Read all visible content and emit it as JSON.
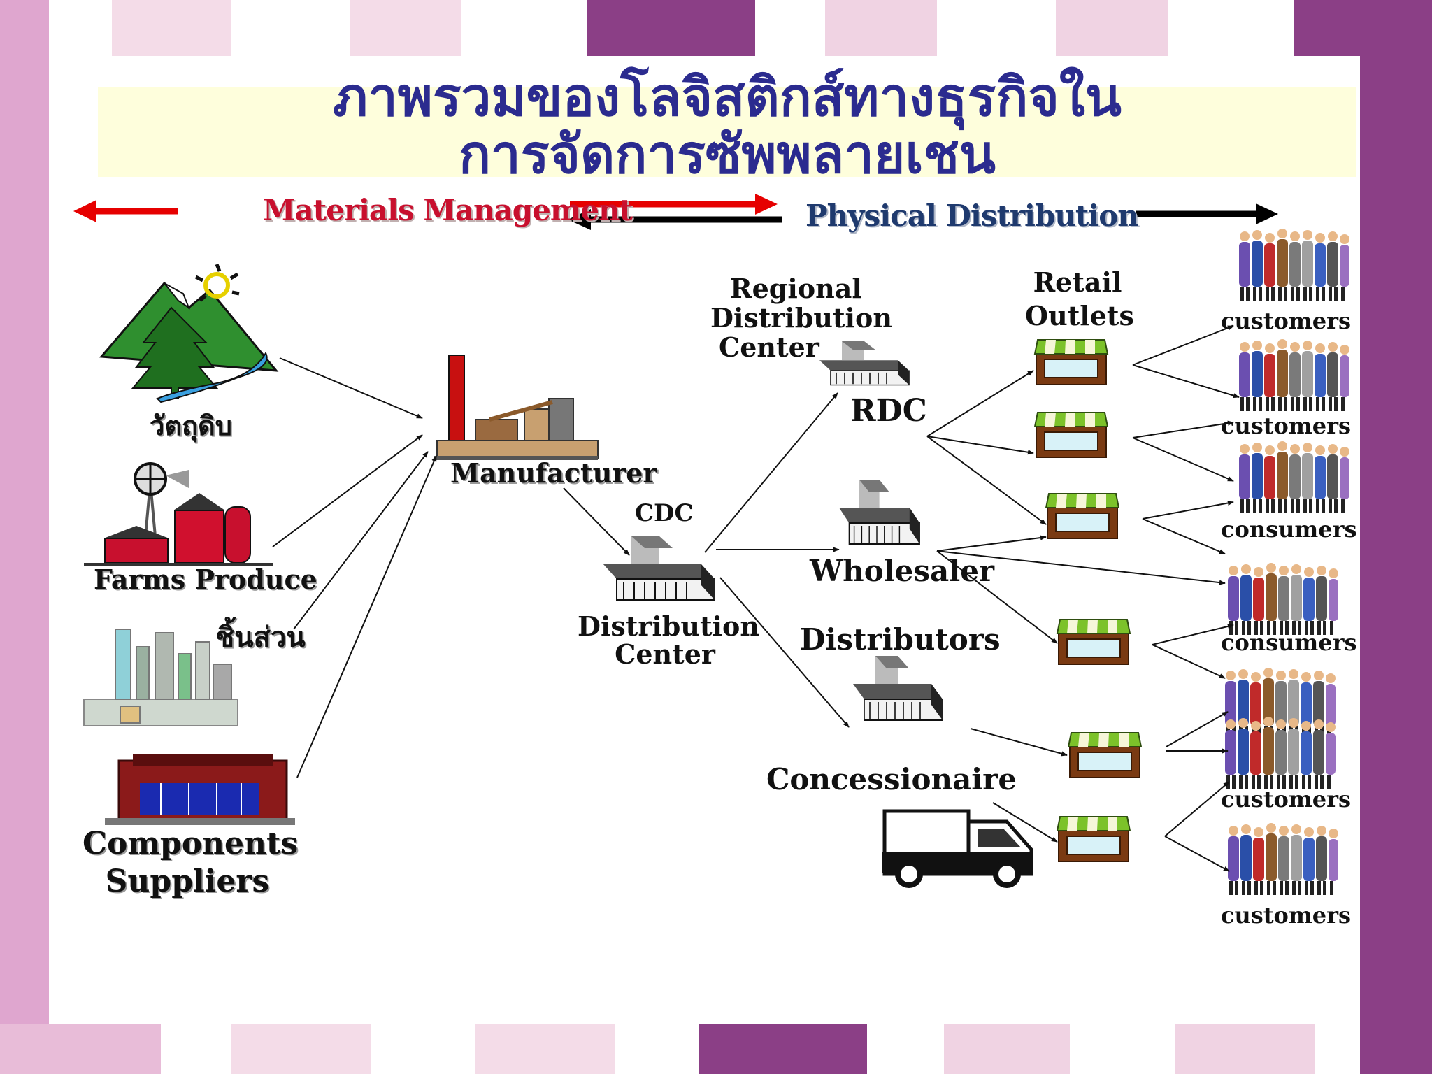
{
  "title": {
    "line1": "ภาพรวมของโลจิสติกส์ทางธุรกิจใน",
    "line2": "การจัดการซัพพลายเชน"
  },
  "header": {
    "materials_management": "Materials Management",
    "physical_distribution": "Physical Distribution"
  },
  "sources": {
    "raw_materials": "วัตถุดิบ",
    "farms_produce": "Farms Produce",
    "parts": "ชิ้นส่วน",
    "components_suppliers_line1": "Components",
    "components_suppliers_line2": "Suppliers"
  },
  "nodes": {
    "manufacturer": "Manufacturer",
    "cdc": "CDC",
    "distribution_center_line1": "Distribution",
    "distribution_center_line2": "Center",
    "regional_line1": "Regional",
    "regional_line2": "Distribution",
    "regional_line3": "Center",
    "rdc": "RDC",
    "wholesaler": "Wholesaler",
    "distributors": "Distributors",
    "concessionaire": "Concessionaire",
    "retail_line1": "Retail",
    "retail_line2": "Outlets"
  },
  "end_labels": [
    "customers",
    "customers",
    "consumers",
    "consumers",
    "customers",
    "customers"
  ],
  "colors": {
    "title_text": "#2b2b8f",
    "title_bar": "#fefedc",
    "materials_text": "#c8102e",
    "physical_text": "#1f3a6e",
    "arrow_red": "#e60000",
    "arrow_black": "#000000",
    "stripe_purple": "#8b3f86",
    "stripe_pink": "#e8bcd8",
    "stripe_light": "#f4dce8"
  }
}
